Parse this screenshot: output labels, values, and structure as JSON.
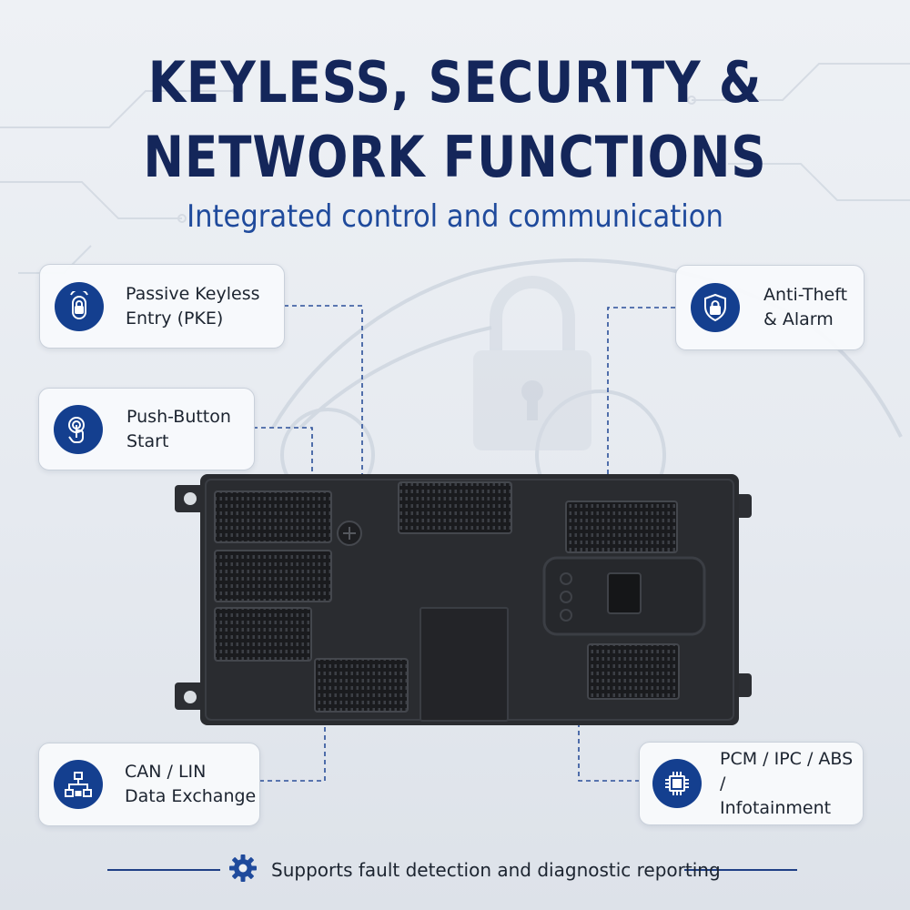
{
  "header": {
    "title_line1": "KEYLESS, SECURITY &",
    "title_line2": "NETWORK FUNCTIONS",
    "subtitle": "Integrated control and communication"
  },
  "features": {
    "pke": {
      "line1": "Passive Keyless",
      "line2": "Entry (PKE)",
      "icon": "keyfob-lock-icon"
    },
    "push_start": {
      "line1": "Push-Button",
      "line2": "Start",
      "icon": "touch-press-icon"
    },
    "anti_theft": {
      "line1": "Anti-Theft",
      "line2": "& Alarm",
      "icon": "shield-lock-icon"
    },
    "can_lin": {
      "line1": "CAN / LIN",
      "line2": "Data Exchange",
      "icon": "network-tree-icon"
    },
    "modules": {
      "line1": "PCM / IPC / ABS /",
      "line2": "Infotainment",
      "icon": "chip-icon"
    }
  },
  "footer": {
    "text": "Supports fault detection and diagnostic reporting",
    "icon": "gear-icon"
  },
  "colors": {
    "navy": "#14265a",
    "accent_blue": "#1f4a9c",
    "icon_bg": "#143f8f",
    "module": "#2a2c30"
  }
}
